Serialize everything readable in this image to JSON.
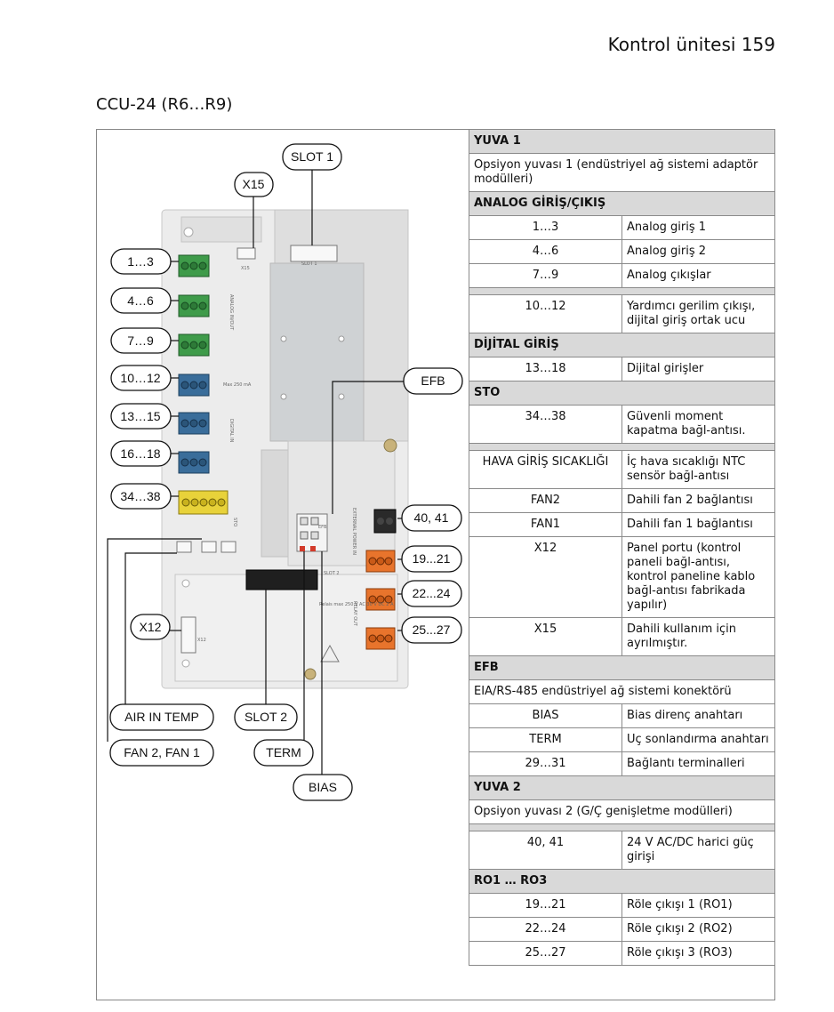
{
  "page_header": "Kontrol ünitesi 159",
  "section_title": "CCU-24 (R6…R9)",
  "callouts": {
    "slot1": "SLOT 1",
    "x15": "X15",
    "t1_3": "1…3",
    "t4_6": "4…6",
    "t7_9": "7…9",
    "t10_12": "10…12",
    "t13_15": "13…15",
    "t16_18": "16…18",
    "t34_38": "34…38",
    "efb": "EFB",
    "t40_41": "40, 41",
    "t19_21": "19...21",
    "t22_24": "22...24",
    "t25_27": "25...27",
    "x12": "X12",
    "air_in_temp": "AIR IN TEMP",
    "slot2": "SLOT 2",
    "fan": "FAN 2, FAN 1",
    "term": "TERM",
    "bias": "BIAS"
  },
  "board_labels": {
    "analog": "ANALOG IN/OUT",
    "digital": "DIGITAL IN",
    "sto": "STO",
    "max": "Max 250 mA",
    "ext_power": "EXTERNAL POWER IN",
    "relay": "RELAY OUT",
    "slot2_board": "SLOT 2",
    "slot1_board": "SLOT 1",
    "x15_board": "X15",
    "x12_board": "X12",
    "relay_rating": "Relais max 250 V AC 30 V DC 2 A",
    "efb_board": "EFB"
  },
  "table": {
    "rows": [
      {
        "type": "header",
        "text": "YUVA 1"
      },
      {
        "type": "full",
        "text": "Opsiyon yuvası 1 (endüstriyel ağ sistemi adaptör modülleri)"
      },
      {
        "type": "header",
        "text": "ANALOG GİRİŞ/ÇIKIŞ"
      },
      {
        "type": "pair",
        "code": "1…3",
        "desc": "Analog giriş 1"
      },
      {
        "type": "pair",
        "code": "4…6",
        "desc": "Analog giriş 2"
      },
      {
        "type": "pair",
        "code": "7…9",
        "desc": "Analog çıkışlar"
      },
      {
        "type": "spacer"
      },
      {
        "type": "pair",
        "code": "10…12",
        "desc": "Yardımcı gerilim çıkışı, dijital giriş ortak ucu"
      },
      {
        "type": "header",
        "text": "DİJİTAL GİRİŞ"
      },
      {
        "type": "pair",
        "code": "13…18",
        "desc": "Dijital girişler"
      },
      {
        "type": "header",
        "text": "STO"
      },
      {
        "type": "pair",
        "code": "34…38",
        "desc": "Güvenli moment kapatma bağl-antısı."
      },
      {
        "type": "spacer"
      },
      {
        "type": "pair",
        "code": "HAVA GİRİŞ SICAKLIĞI",
        "desc": "İç hava sıcaklığı NTC sensör bağl-antısı"
      },
      {
        "type": "pair",
        "code": "FAN2",
        "desc": "Dahili fan 2 bağlantısı"
      },
      {
        "type": "pair",
        "code": "FAN1",
        "desc": "Dahili fan 1 bağlantısı"
      },
      {
        "type": "pair",
        "code": "X12",
        "desc": "Panel portu (kontrol paneli bağl-antısı, kontrol paneline kablo bağl-antısı fabrikada yapılır)"
      },
      {
        "type": "pair",
        "code": "X15",
        "desc": "Dahili kullanım için ayrılmıştır."
      },
      {
        "type": "header",
        "text": "EFB"
      },
      {
        "type": "full",
        "text": "EIA/RS-485 endüstriyel ağ sistemi konektörü"
      },
      {
        "type": "pair",
        "code": "BIAS",
        "desc": "Bias direnç anahtarı"
      },
      {
        "type": "pair",
        "code": "TERM",
        "desc": "Uç sonlandırma anahtarı"
      },
      {
        "type": "pair",
        "code": "29…31",
        "desc": "Bağlantı terminalleri"
      },
      {
        "type": "header",
        "text": "YUVA 2"
      },
      {
        "type": "full",
        "text": "Opsiyon yuvası 2 (G/Ç genişletme modülleri)"
      },
      {
        "type": "spacer"
      },
      {
        "type": "pair",
        "code": "40, 41",
        "desc": "24 V AC/DC harici güç girişi"
      },
      {
        "type": "header",
        "text": "RO1 … RO3"
      },
      {
        "type": "pair",
        "code": "19…21",
        "desc": "Röle çıkışı 1 (RO1)"
      },
      {
        "type": "pair",
        "code": "22…24",
        "desc": "Röle çıkışı 2 (RO2)"
      },
      {
        "type": "pair",
        "code": "25…27",
        "desc": "Röle çıkışı 3 (RO3)"
      }
    ]
  },
  "colors": {
    "green_terminal": "#3f9b4a",
    "blue_terminal": "#3a6d9a",
    "yellow_terminal": "#e8d23a",
    "orange_terminal": "#e8742c",
    "black_terminal": "#2a2a2a",
    "board": "#ececec",
    "header_bg": "#d9d9d9"
  }
}
